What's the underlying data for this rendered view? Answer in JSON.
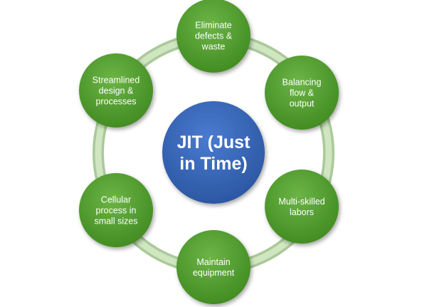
{
  "center": {
    "label": "JIT (Just in Time)",
    "lines": [
      "JIT (Just",
      "in Time)"
    ],
    "color": "#3464b4"
  },
  "ring_color": "#b9d8a8",
  "node_color": "#4c9a2a",
  "nodes": [
    {
      "id": "eliminate-defects",
      "label": "Eliminate defects & waste",
      "lines": [
        "Eliminate",
        "defects &",
        "waste"
      ]
    },
    {
      "id": "balancing-flow",
      "label": "Balancing flow & output",
      "lines": [
        "Balancing",
        "flow &",
        "output"
      ]
    },
    {
      "id": "multi-skilled",
      "label": "Multi-skilled labors",
      "lines": [
        "Multi-skilled",
        "labors"
      ]
    },
    {
      "id": "maintain-equipment",
      "label": "Maintain equipment",
      "lines": [
        "Maintain",
        "equipment"
      ]
    },
    {
      "id": "cellular-process",
      "label": "Cellular process in small sizes",
      "lines": [
        "Cellular",
        "process in",
        "small sizes"
      ]
    },
    {
      "id": "streamlined-design",
      "label": "Streamlined design & processes",
      "lines": [
        "Streamlined",
        "design &",
        "processes"
      ]
    }
  ]
}
